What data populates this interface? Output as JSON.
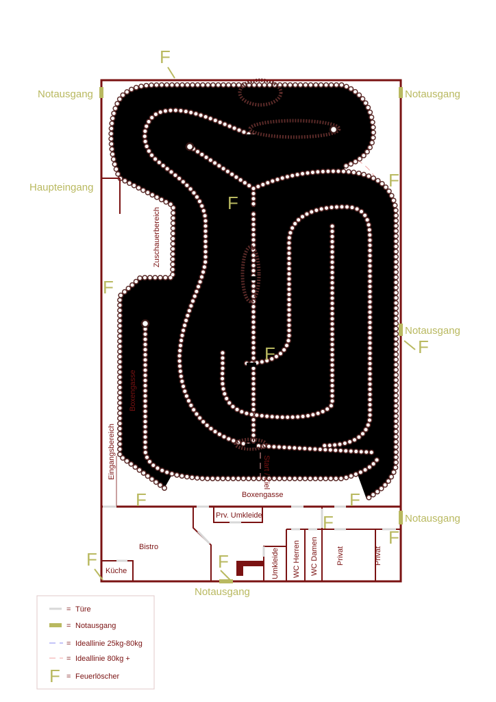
{
  "labels": {
    "notausgang": "Notausgang",
    "haupteingang": "Haupteingang",
    "zuschauerbereich": "Zuschauerbereich",
    "boxengasse": "Boxengasse",
    "eingangsbereich": "Eingangsbereich",
    "start_ziel": "Start / Ziel",
    "prv_umkleide": "Prv. Umkleide",
    "bistro": "Bistro",
    "kueche": "Küche",
    "umkleide": "Umkleide",
    "wc_herren": "WC Herren",
    "wc_damen": "WC Damen",
    "privat": "Privat",
    "fire": "F"
  },
  "legend": {
    "items": [
      {
        "symbol": "door-swatch",
        "label": "Türe"
      },
      {
        "symbol": "emergency-exit-swatch",
        "label": "Notausgang"
      },
      {
        "symbol": "blue-dashed-line",
        "label": "Ideallinie 25kg-80kg"
      },
      {
        "symbol": "red-dashed-line",
        "label": "Ideallinie 80kg +"
      },
      {
        "symbol": "F",
        "label": "Feuerlöscher"
      }
    ],
    "separator": "="
  },
  "colors": {
    "wall": "#7a1212",
    "tire": "#5a2a28",
    "exit": "#b9b960",
    "door": "#d8d8d8",
    "ideal_light": "#8a8af0",
    "ideal_heavy": "#f0a0a0"
  }
}
